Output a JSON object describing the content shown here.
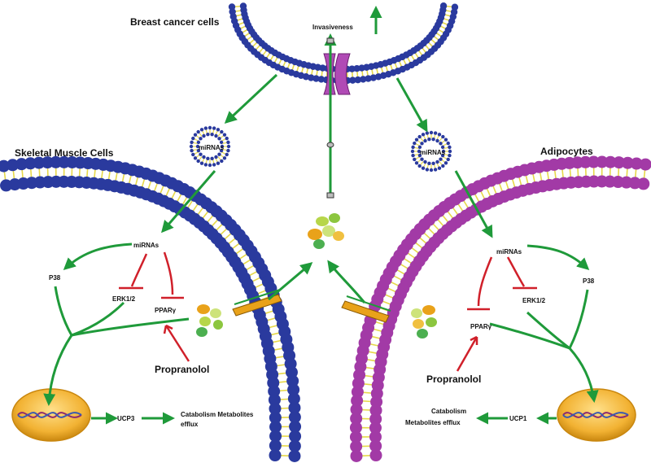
{
  "labels": {
    "breast_cancer_cells": "Breast cancer cells",
    "invasiveness": "Invasiveness",
    "skeletal_muscle_cells": "Skeletal Muscle Cells",
    "adipocytes": "Adipocytes",
    "left": {
      "vesicle_mirnas": "miRNAs",
      "mirnas": "miRNAs",
      "p38": "P38",
      "erk": "ERK1/2",
      "ppar": "PPARγ",
      "propranolol": "Propranolol",
      "ucp": "UCP3",
      "catabolism": "Catabolism Metabolites",
      "efflux": "efflux"
    },
    "right": {
      "vesicle_mirnas": "miRNAs",
      "mirnas": "miRNAs",
      "p38": "P38",
      "erk": "ERK1/2",
      "ppar": "PPARγ",
      "propranolol": "Propranolol",
      "ucp": "UCP1",
      "catabolism": "Catabolism",
      "efflux": "Metabolites efflux"
    }
  },
  "colors": {
    "arrow": "#1f9a3a",
    "inhibition": "#d0202a",
    "muscle_membrane": "#2a3a9e",
    "adipocyte_membrane": "#a23aa6",
    "lipid_tail": "#e6d84a",
    "nucleus": "#f2b233"
  }
}
